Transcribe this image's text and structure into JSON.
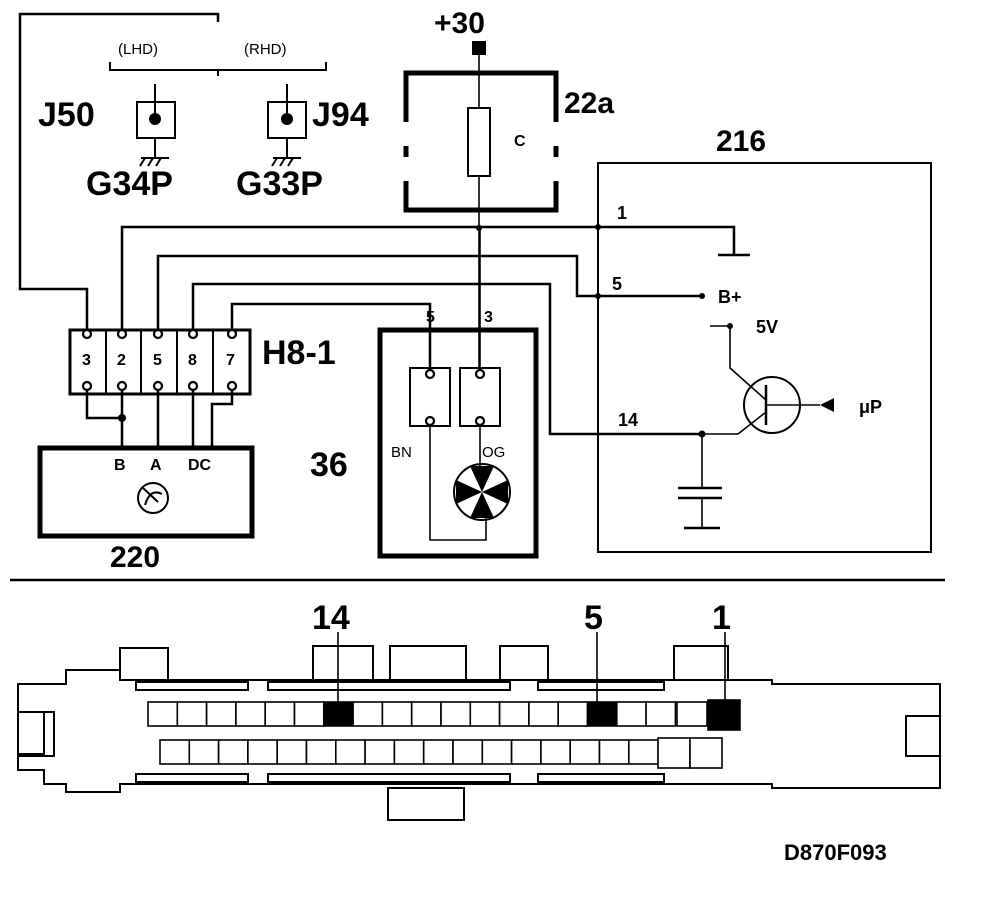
{
  "supply": {
    "label": "+30"
  },
  "fuse": {
    "id": "22a",
    "letter": "C"
  },
  "drive_side": {
    "lhd": "(LHD)",
    "rhd": "(RHD)"
  },
  "ground_points": [
    {
      "junction": "J50",
      "ground": "G34P"
    },
    {
      "junction": "J94",
      "ground": "G33P"
    }
  ],
  "connector_h81": {
    "id": "H8-1",
    "pins": [
      "3",
      "2",
      "5",
      "8",
      "7"
    ]
  },
  "meter_220": {
    "id": "220",
    "terminals": [
      "B",
      "A",
      "DC"
    ]
  },
  "relay_36": {
    "id": "36",
    "pins": [
      "5",
      "3"
    ],
    "wire_colors": [
      "BN",
      "OG"
    ]
  },
  "module_216": {
    "id": "216",
    "pins": [
      "1",
      "5",
      "14"
    ],
    "b_plus": "B+",
    "five_v": "5V",
    "micro": "μP"
  },
  "ecu_connector": {
    "highlighted_pins": [
      "14",
      "5",
      "1"
    ]
  },
  "figure_code": "D870F093"
}
